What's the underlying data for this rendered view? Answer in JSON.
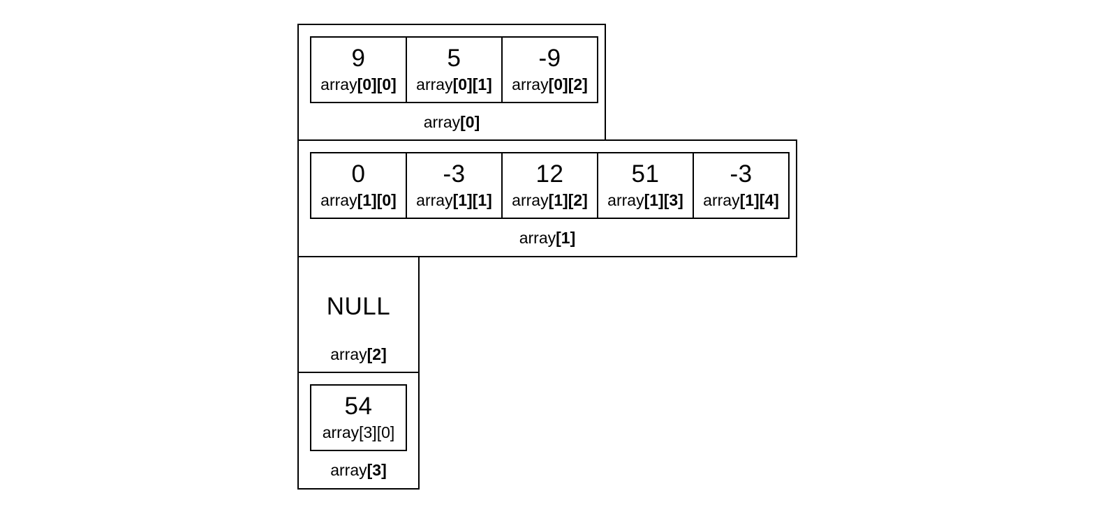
{
  "rows": [
    {
      "label_base": "array",
      "label_index": "[0]",
      "cells": [
        {
          "value": "9",
          "label_base": "array",
          "label_index": "[0][0]"
        },
        {
          "value": "5",
          "label_base": "array",
          "label_index": "[0][1]"
        },
        {
          "value": "-9",
          "label_base": "array",
          "label_index": "[0][2]"
        }
      ]
    },
    {
      "label_base": "array",
      "label_index": "[1]",
      "cells": [
        {
          "value": "0",
          "label_base": "array",
          "label_index": "[1][0]"
        },
        {
          "value": "-3",
          "label_base": "array",
          "label_index": "[1][1]"
        },
        {
          "value": "12",
          "label_base": "array",
          "label_index": "[1][2]"
        },
        {
          "value": "51",
          "label_base": "array",
          "label_index": "[1][3]"
        },
        {
          "value": "-3",
          "label_base": "array",
          "label_index": "[1][4]"
        }
      ]
    },
    {
      "label_base": "array",
      "label_index": "[2]",
      "null_text": "NULL"
    },
    {
      "label_base": "array",
      "label_index": "[3]",
      "cells": [
        {
          "value": "54",
          "label": "array[3][0]"
        }
      ]
    }
  ]
}
